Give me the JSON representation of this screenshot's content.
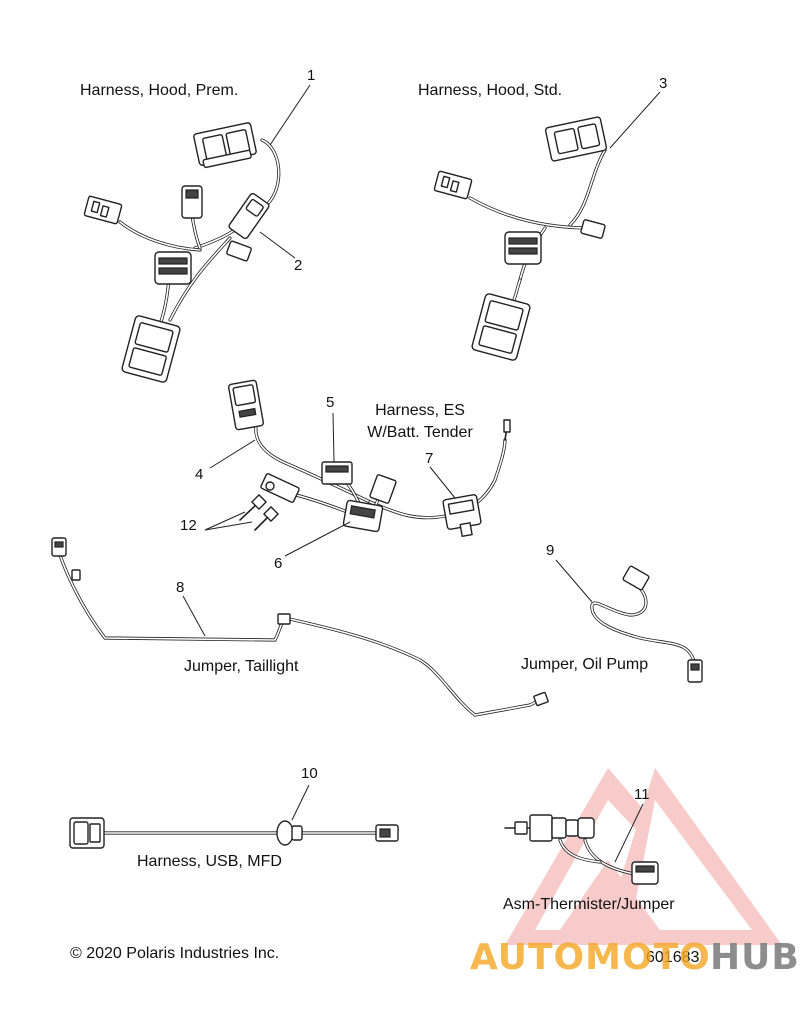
{
  "labels": {
    "harness_hood_prem": "Harness, Hood, Prem.",
    "harness_hood_std": "Harness, Hood, Std.",
    "harness_es_line1": "Harness, ES",
    "harness_es_line2": "W/Batt. Tender",
    "jumper_taillight": "Jumper, Taillight",
    "jumper_oil_pump": "Jumper, Oil Pump",
    "harness_usb_mfd": "Harness, USB, MFD",
    "asm_thermister": "Asm-Thermister/Jumper"
  },
  "callouts": {
    "n1": "1",
    "n2": "2",
    "n3": "3",
    "n4": "4",
    "n5": "5",
    "n6": "6",
    "n7": "7",
    "n8": "8",
    "n9": "9",
    "n10": "10",
    "n11": "11",
    "n12": "12"
  },
  "footer": {
    "copyright": "© 2020 Polaris Industries Inc.",
    "figure_number": "601683"
  },
  "watermark": {
    "brand_part1": "AUTOMOTO",
    "brand_part2": "HUB",
    "color_red": "#e8342a",
    "color_orange": "#f5a623",
    "color_gray": "#7a7a7a"
  }
}
